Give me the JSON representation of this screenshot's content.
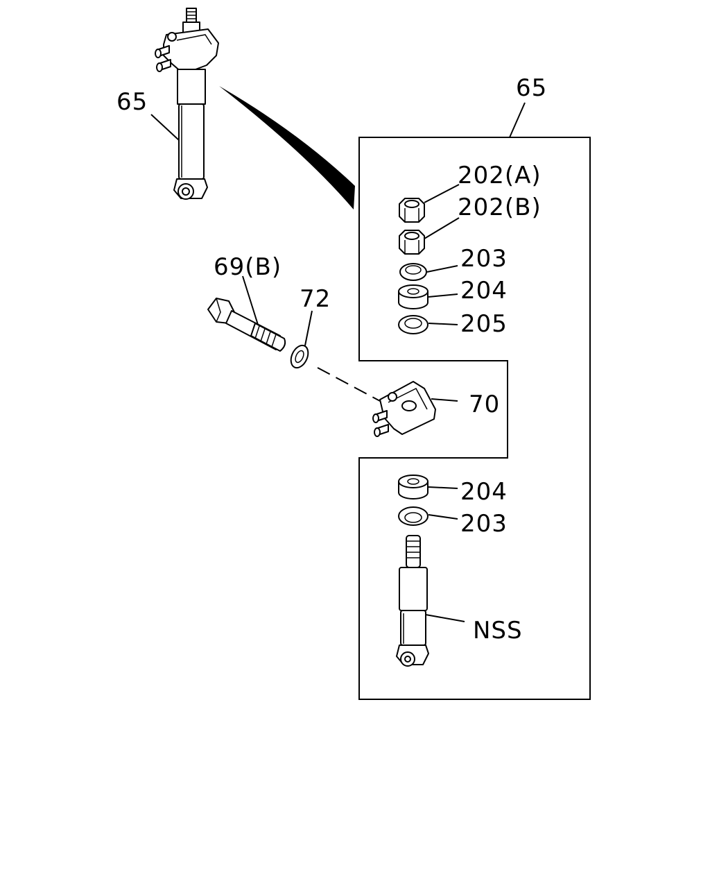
{
  "callouts": {
    "shock_assembly_left": "65",
    "box_assembly": "65",
    "nut_a": "202(A)",
    "nut_b": "202(B)",
    "washer_top": "203",
    "bushing_top": "204",
    "retainer": "205",
    "bolt": "69(B)",
    "washer_bolt": "72",
    "bracket": "70",
    "bushing_bottom": "204",
    "washer_bottom": "203",
    "absorber_nss": "NSS"
  },
  "colors": {
    "ink": "#000000",
    "paper": "#ffffff"
  }
}
